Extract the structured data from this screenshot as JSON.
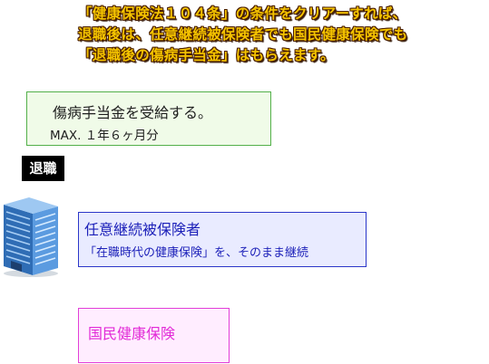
{
  "headline": {
    "line1": "「健康保険法１０４条」の条件をクリアーすれば、",
    "line2": "退職後は、任意継続被保険者でも国民健康保険でも",
    "line3": "「退職後の傷病手当金」はもらえます。"
  },
  "benefit": {
    "title": "傷病手当金を受給する。",
    "duration": "MAX. １年６ヶ月分"
  },
  "retire_label": "退職",
  "voluntary": {
    "title": "任意継続被保険者",
    "description": "「在職時代の健康保険」を、そのまま継続"
  },
  "national": {
    "title": "国民健康保険"
  },
  "colors": {
    "headline_fill": "#f5c400",
    "headline_outline": "#4a1e00",
    "benefit_border": "#53b04a",
    "voluntary_text": "#1b1fb8",
    "national_text": "#e22ad7"
  },
  "icons": [
    "office-building-icon"
  ]
}
